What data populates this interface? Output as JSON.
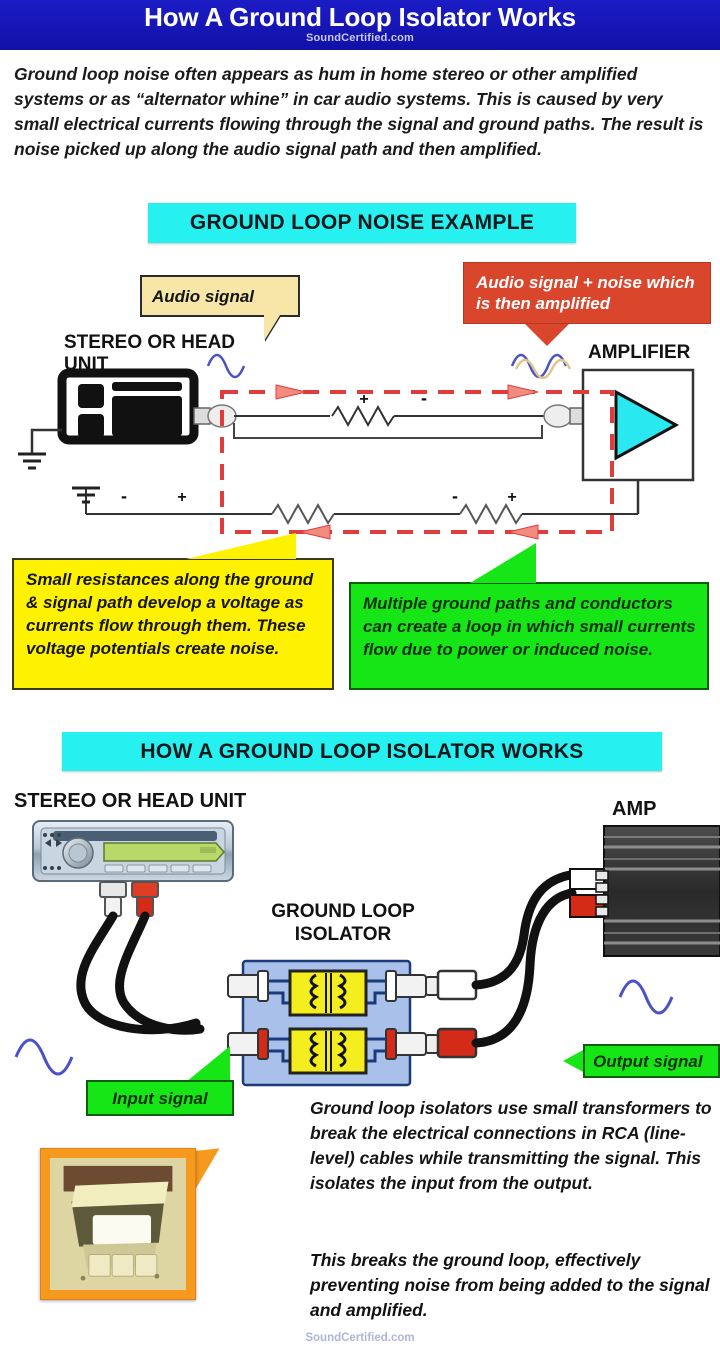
{
  "header": {
    "title": "How A Ground Loop Isolator Works",
    "subtitle": "SoundCertified.com",
    "bg_color": "#1515b8"
  },
  "intro": {
    "text": "Ground loop noise often appears as hum in home stereo or other amplified systems or as “alternator whine” in car audio systems. This is caused by very small electrical currents flowing through the signal and ground paths. The result is noise picked up along the audio signal path and then amplified."
  },
  "section1": {
    "banner": "GROUND LOOP NOISE EXAMPLE",
    "banner_color": "#26f0f0",
    "labels": {
      "stereo": "STEREO OR HEAD UNIT",
      "amplifier": "AMPLIFIER"
    },
    "callouts": {
      "audio_signal": {
        "text": "Audio signal",
        "color": "#f7e6a8"
      },
      "audio_signal_noise": {
        "text": "Audio signal + noise which is then amplified",
        "color": "#d9462c"
      },
      "resistances": {
        "text": "Small resistances along the ground & signal path develop a voltage as currents flow through them. These voltage potentials create noise.",
        "color": "#fff200"
      },
      "multiple_paths": {
        "text_part1": "Multiple ground paths and conductors can ",
        "text_emphasis": "create a loop in which small currents flow due to",
        "text_part2": " power or induced noise.",
        "color": "#16e616"
      }
    },
    "polarity_marks": {
      "signal_resistor": [
        "+",
        "-"
      ],
      "ground_resistor": [
        "-",
        "+"
      ]
    },
    "loop_color": "#e03c3c",
    "amp_triangle_color": "#2ae8f0"
  },
  "section2": {
    "banner": "HOW A GROUND LOOP ISOLATOR WORKS",
    "banner_color": "#26f0f0",
    "labels": {
      "stereo": "STEREO OR HEAD UNIT",
      "amp": "AMP",
      "isolator": "GROUND LOOP ISOLATOR"
    },
    "callouts": {
      "input_signal": {
        "text": "Input signal",
        "color": "#16e616"
      },
      "output_signal": {
        "text": "Output signal",
        "color": "#16e616"
      },
      "transformer_photo_frame_color": "#f59a1e"
    },
    "body_paragraph_1": "Ground loop isolators use small transformers to break the electrical connections in RCA (line-level) cables while transmitting the signal. This isolates the input from the output.",
    "body_paragraph_2": "This breaks the ground loop, effectively preventing noise from being added to the signal and amplified.",
    "isolator_body_color": "#a8c0ea",
    "transformer_color": "#f5ee1e",
    "rca_white": "#ffffff",
    "rca_red": "#d32b18"
  },
  "footer": {
    "text": "SoundCertified.com"
  }
}
